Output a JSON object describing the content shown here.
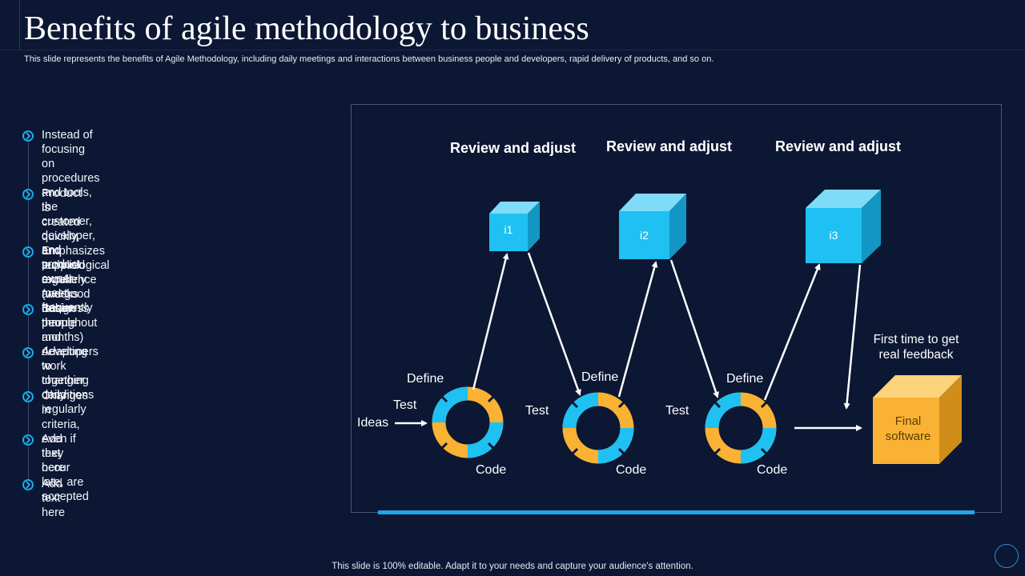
{
  "slide": {
    "title": "Benefits of agile methodology to business",
    "subtitle": "This slide represents the benefits of Agile Methodology, including daily meetings and interactions between business people and developers, rapid delivery of products, and so on.",
    "footer": "This slide is 100% editable. Adapt it to your needs and capture your audience's attention."
  },
  "bullets": [
    {
      "line1": "Instead of focusing on procedures and tools, the",
      "line2": "customer, developer, and product owner meet frequently"
    },
    {
      "line1": "Product is created quickly, and supplied",
      "line2": "regularly (weeks rather than months)"
    },
    {
      "line1": "Emphasizes technological excellence and good",
      "line2": "design throughout"
    },
    {
      "line1": "Business people and developers work together daily",
      "line2": ""
    },
    {
      "line1": "Adapting to changing conditions regularly",
      "line2": ""
    },
    {
      "line1": "Changes in criteria, even if they occur late, are accepted",
      "line2": ""
    },
    {
      "line1": "Add text here",
      "line2": ""
    },
    {
      "line1": "Add text here",
      "line2": ""
    }
  ],
  "diagram": {
    "headings": [
      "Review and adjust",
      "Review and adjust",
      "Review and adjust"
    ],
    "iterations": [
      "i1",
      "i2",
      "i3"
    ],
    "cycle_labels": {
      "define": "Define",
      "test": "Test",
      "code": "Code"
    },
    "ideas": "Ideas",
    "feedback_line1": "First time to get",
    "feedback_line2": "real feedback",
    "final_line1": "Final",
    "final_line2": "software"
  },
  "colors": {
    "background": "#0b1733",
    "cube_blue": "#1fc0f2",
    "cube_orange": "#f9b233",
    "accent_bar": "#1ea7e8"
  }
}
